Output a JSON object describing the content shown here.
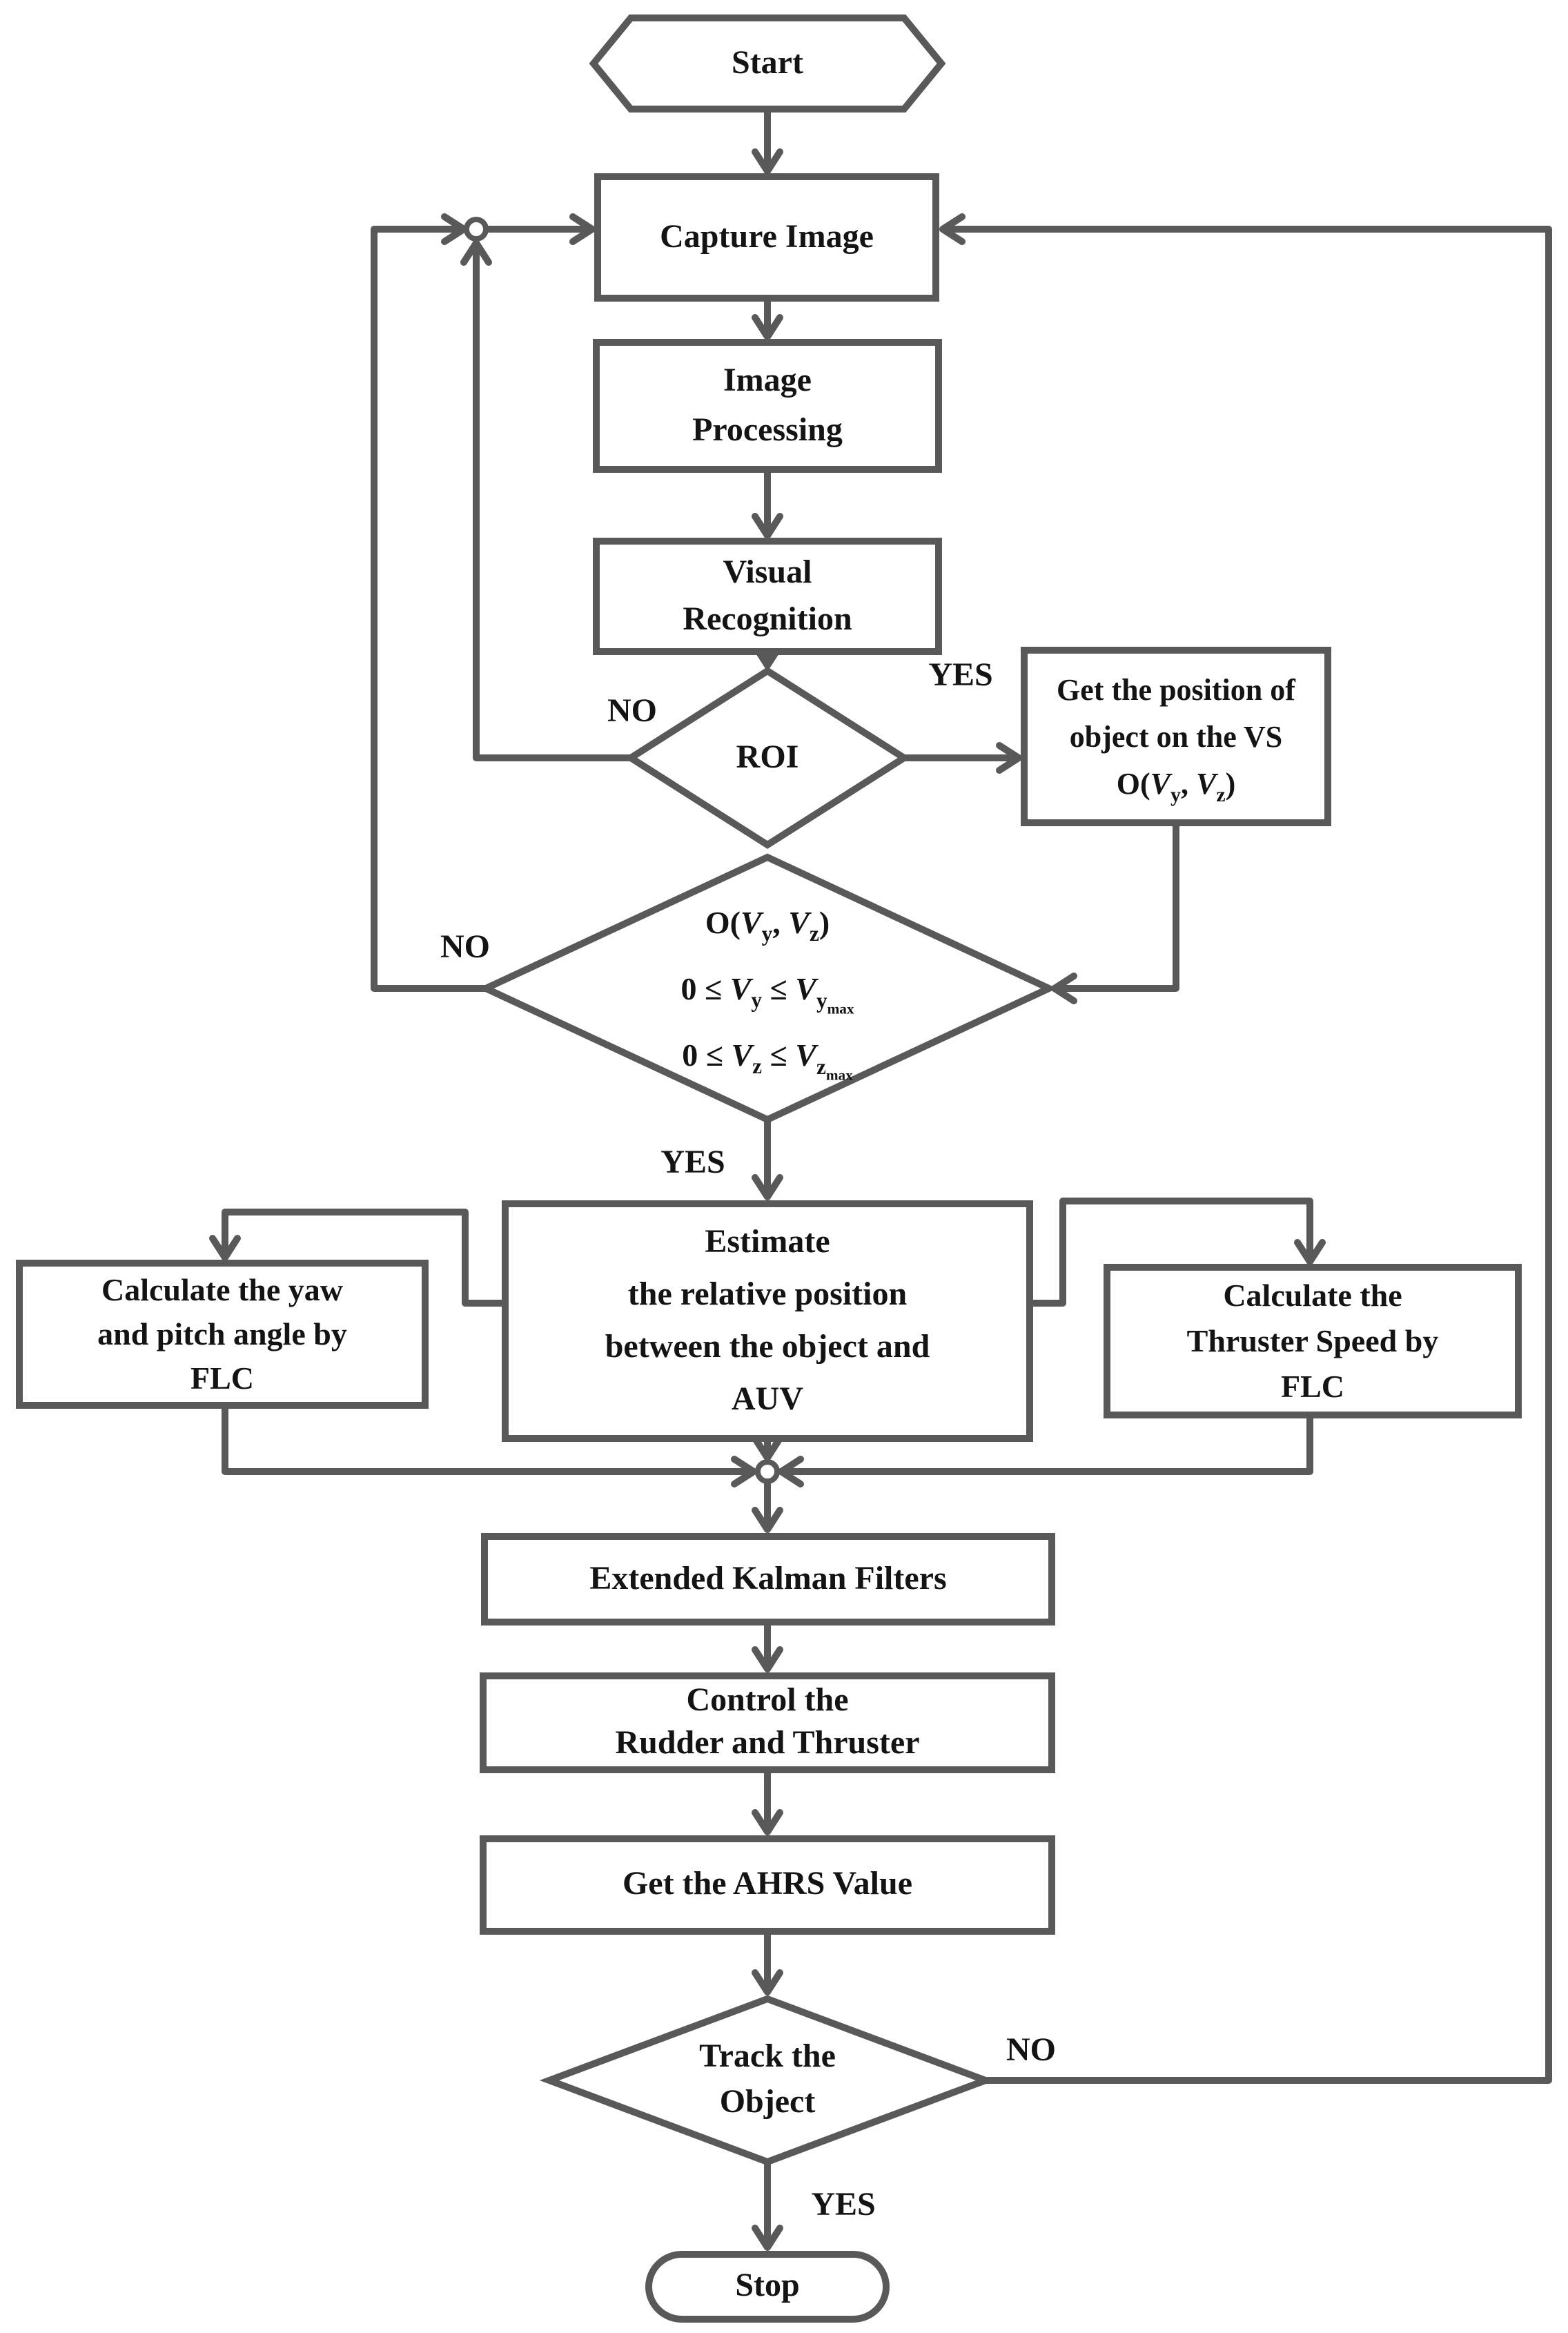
{
  "figure": {
    "type": "flowchart",
    "description_visible_text_only": true
  },
  "colors": {
    "line": "#595959",
    "text": "#141414",
    "background": "#ffffff"
  },
  "nodes": {
    "start": {
      "label": "Start"
    },
    "capture_image": {
      "label": "Capture Image"
    },
    "image_processing": {
      "line1": "Image",
      "line2": "Processing"
    },
    "visual_recognition": {
      "line1": "Visual",
      "line2": "Recognition"
    },
    "roi_decision": {
      "label": "ROI",
      "no_label": "NO",
      "yes_label": "YES"
    },
    "get_position": {
      "line1": "Get the position of",
      "line2": "object on the VS",
      "line3": "O(*V*_{y}, *V*_{z})"
    },
    "vs_bounds_decision": {
      "line1": "O(*V*_{y}, *V*_{z})",
      "line2": "0 ≤ *V*_{y} ≤ *V*_{y_{max}}",
      "line3": "0 ≤ *V*_{z} ≤ *V*_{z_{max}}",
      "no_label": "NO",
      "yes_label": "YES"
    },
    "estimate_position": {
      "line1": "Estimate",
      "line2": "the relative position",
      "line3": "between the object and",
      "line4": "AUV"
    },
    "calc_yaw_pitch": {
      "line1": "Calculate the yaw",
      "line2": "and pitch angle by",
      "line3": "FLC"
    },
    "calc_thruster": {
      "line1": "Calculate the",
      "line2": "Thruster Speed by",
      "line3": "FLC"
    },
    "extended_kalman": {
      "label": "Extended Kalman Filters"
    },
    "control_rudder": {
      "line1": "Control the",
      "line2": "Rudder and Thruster"
    },
    "get_ahrs": {
      "label": "Get the AHRS Value"
    },
    "track_decision": {
      "line1": "Track the",
      "line2": "Object",
      "no_label": "NO",
      "yes_label": "YES"
    },
    "stop": {
      "label": "Stop"
    }
  }
}
